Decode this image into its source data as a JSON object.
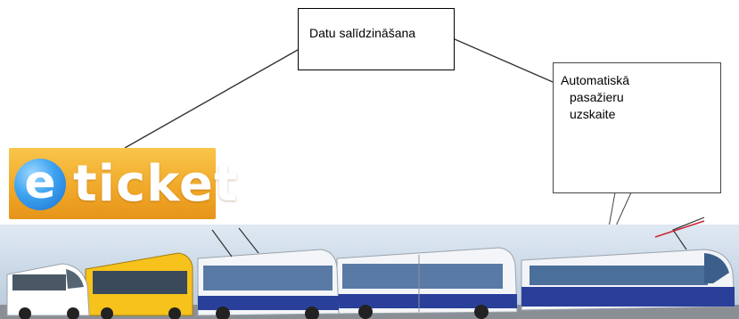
{
  "diagram": {
    "center_box_label": "Datu salīdzināšana",
    "callout_lines": [
      "Automatiskā",
      "pasažieru",
      "uzskaite"
    ],
    "logo": {
      "letter": "e",
      "word": "ticket"
    },
    "colors": {
      "logo_background": "#f2a92a",
      "logo_circle": "#2f8fe6",
      "connector": "#333333",
      "bus_blue": "#2a3f9a"
    },
    "vehicles": [
      "minibus",
      "yellow-bus",
      "trolleybus",
      "articulated-bus",
      "tram"
    ]
  }
}
